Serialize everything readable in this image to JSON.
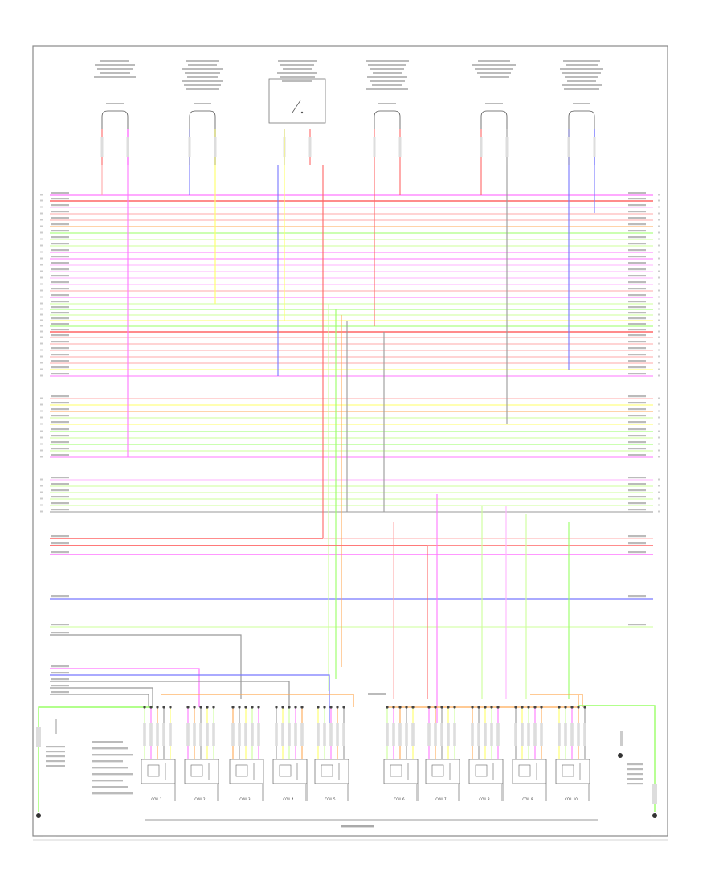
{
  "diagram": {
    "kind": "wiring-schematic",
    "frame_color": "#888888",
    "top_connectors": [
      {
        "id": "c1",
        "color_left": "#ff7f7f",
        "color_right": "#ff66ff"
      },
      {
        "id": "c2",
        "color_left": "#8888cc",
        "color_right": "#cccc66"
      },
      {
        "id": "c3",
        "color_left": "#6666ff",
        "color_right": "#ff7f7f"
      },
      {
        "id": "c4",
        "color_left": "#ff7f7f",
        "color_right": "#ff7f7f"
      },
      {
        "id": "c5",
        "color_left": "#ff7f7f",
        "color_right": "#aaaaaa"
      },
      {
        "id": "c6",
        "color_left": "#8888cc",
        "color_right": "#6666ff"
      }
    ],
    "coils": [
      {
        "id": "coil-1",
        "label": "COIL 1"
      },
      {
        "id": "coil-2",
        "label": "COIL 2"
      },
      {
        "id": "coil-3",
        "label": "COIL 3"
      },
      {
        "id": "coil-4",
        "label": "COIL 4"
      },
      {
        "id": "coil-5",
        "label": "COIL 5"
      },
      {
        "id": "coil-6",
        "label": "COIL 6"
      },
      {
        "id": "coil-7",
        "label": "COIL 7"
      },
      {
        "id": "coil-8",
        "label": "COIL 8"
      },
      {
        "id": "coil-9",
        "label": "COIL 9"
      },
      {
        "id": "coil-10",
        "label": "COIL 10"
      }
    ],
    "wire_colors": {
      "red": "#ff6666",
      "pink": "#ff77ff",
      "yellow": "#ffff66",
      "green": "#99ff66",
      "blue": "#7777ff",
      "gray": "#999999",
      "orange": "#ffaa55",
      "lightred": "#ffaaaa",
      "lightpink": "#ffb3ff",
      "lightgreen": "#ccff99"
    }
  }
}
